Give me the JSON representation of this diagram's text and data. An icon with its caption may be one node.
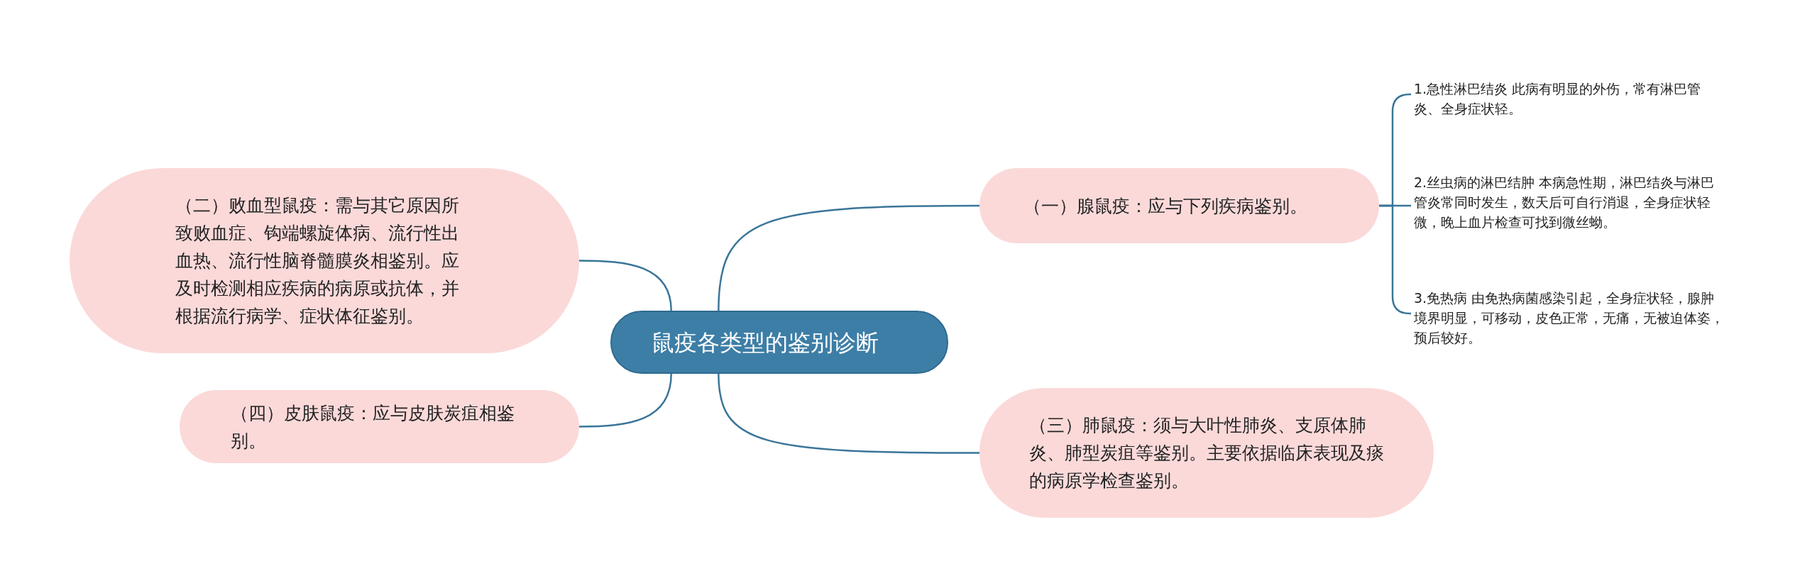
{
  "diagram": {
    "nodes": [
      {
        "text": [
          "鼠疫各类型的鉴别诊断"
        ]
      },
      {
        "text": [
          "（一）腺鼠疫：应与下列疾病鉴别。"
        ]
      },
      {
        "text": [
          "1.急性淋巴结炎 此病有明显的外伤，常有淋巴管炎、全身症状轻。"
        ]
      },
      {
        "text": [
          "2.丝虫病的淋巴结肿 本病急性期，淋巴结炎与淋巴管炎常同时发生，数天后可自行消退，全身症状轻微，晚上血片检查可找到微丝蚴。"
        ]
      },
      {
        "text": [
          "3.免热病 由免热病菌感染引起，全身症状轻，腺肿境界明显，可移动，皮色正常，无痛，无被迫体姿，预后较好。"
        ]
      },
      {
        "text": [
          "（二）败血型鼠疫：需与其它原因所致败血症、钩端螺旋体病、流行性出血热、流行性脑脊髓膜炎相鉴别。应及时检测相应疾病的病原或抗体，并根据流行病学、症状体征鉴别。"
        ]
      },
      {
        "text": [
          "（三）肺鼠疫：须与大叶性肺炎、支原体肺炎、肺型炭疽等鉴别。主要依据临床表现及痰的病原学检查鉴别。"
        ]
      },
      {
        "text": [
          "（四）皮肤鼠疫：应与皮肤炭疽相鉴别。"
        ]
      }
    ],
    "edges": [
      {
        "from": 0,
        "to": 1,
        "arrow": "none"
      },
      {
        "from": 1,
        "to": 2,
        "arrow": "none"
      },
      {
        "from": 1,
        "to": 3,
        "arrow": "none"
      },
      {
        "from": 1,
        "to": 4,
        "arrow": "none"
      },
      {
        "from": 0,
        "to": 5,
        "arrow": "none"
      },
      {
        "from": 0,
        "to": 6,
        "arrow": "none"
      },
      {
        "from": 0,
        "to": 7,
        "arrow": "none"
      }
    ]
  }
}
